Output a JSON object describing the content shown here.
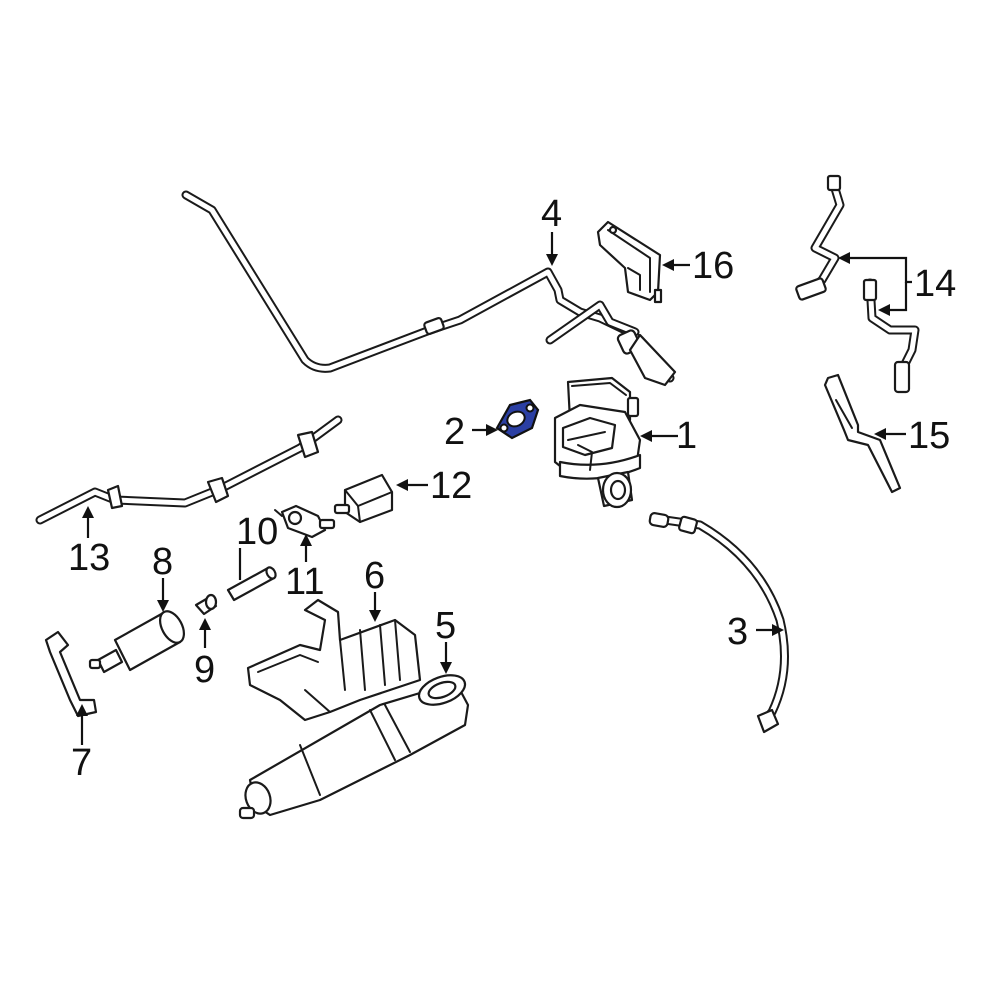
{
  "highlight_color": "#2b3fa3",
  "highlighted_part": "2",
  "callouts": {
    "c1": "1",
    "c2": "2",
    "c3": "3",
    "c4": "4",
    "c5": "5",
    "c6": "6",
    "c7": "7",
    "c8": "8",
    "c9": "9",
    "c10": "10",
    "c11": "11",
    "c12": "12",
    "c13": "13",
    "c14": "14",
    "c15": "15",
    "c16": "16"
  }
}
